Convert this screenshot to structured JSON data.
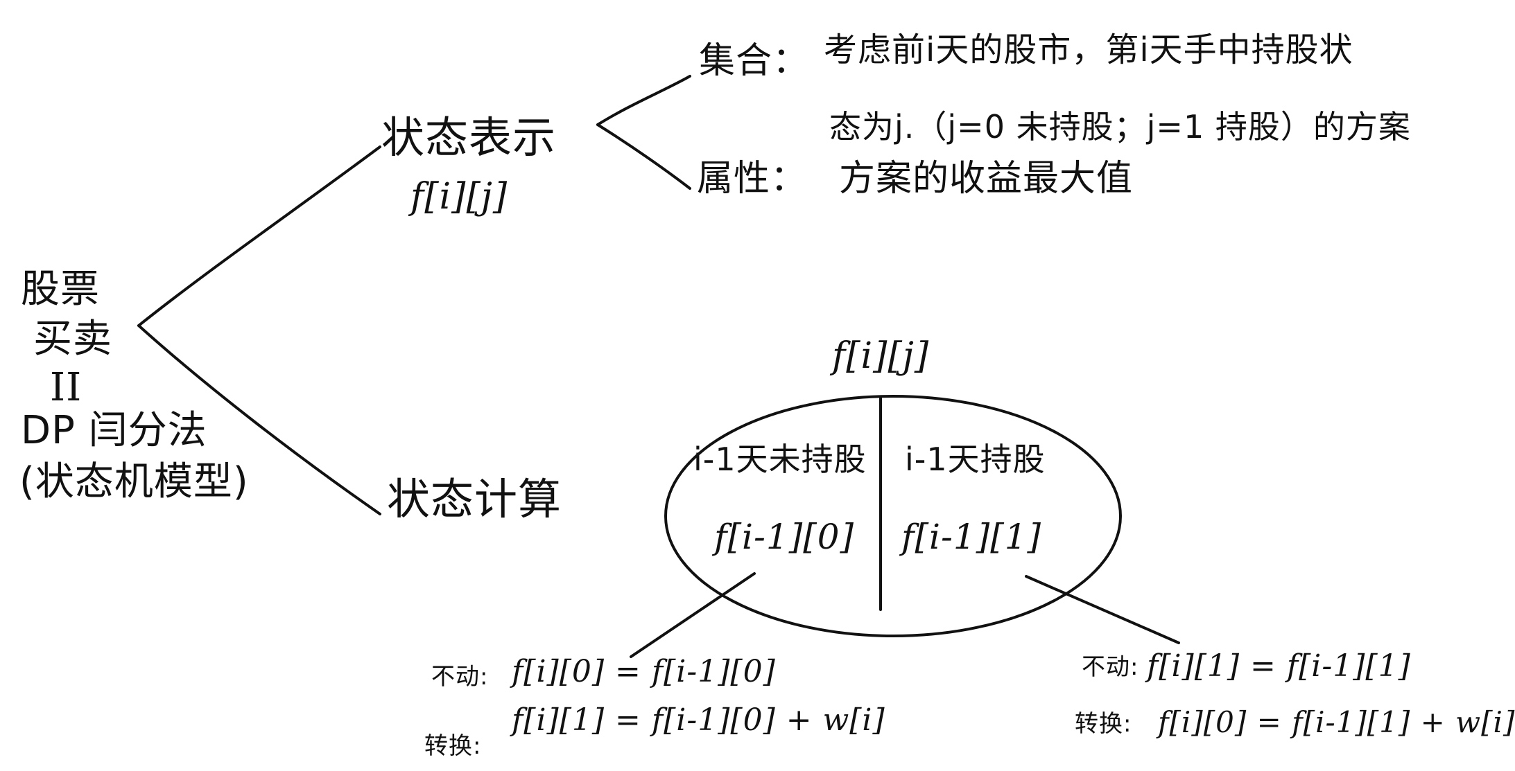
{
  "root": {
    "line1": "股票",
    "line2": "买卖",
    "line3": "II",
    "line4": "DP 闫分法",
    "line5": "(状态机模型)"
  },
  "state_repr": {
    "title": "状态表示",
    "formula": "f[i][j]",
    "set_label": "集合：",
    "set_text_line1": "考虑前i天的股市，第i天手中持股状",
    "set_text_line2": "态为j.（j=0 未持股；j=1 持股）的方案",
    "attr_label": "属性：",
    "attr_text": "方案的收益最大值"
  },
  "state_calc": {
    "title": "状态计算",
    "ellipse_title": "f[i][j]",
    "left_part_label": "i-1天未持股",
    "left_part_formula": "f[i-1][0]",
    "right_part_label": "i-1天持股",
    "right_part_formula": "f[i-1][1]"
  },
  "transitions_left": {
    "stay_label": "不动:",
    "stay_formula": "f[i][0] = f[i-1][0]",
    "switch_label": "转换:",
    "switch_formula": "f[i][1] = f[i-1][0] + w[i]"
  },
  "transitions_right": {
    "stay_label": "不动:",
    "stay_formula": "f[i][1] = f[i-1][1]",
    "switch_label": "转换:",
    "switch_formula": "f[i][0] = f[i-1][1] + w[i]"
  }
}
